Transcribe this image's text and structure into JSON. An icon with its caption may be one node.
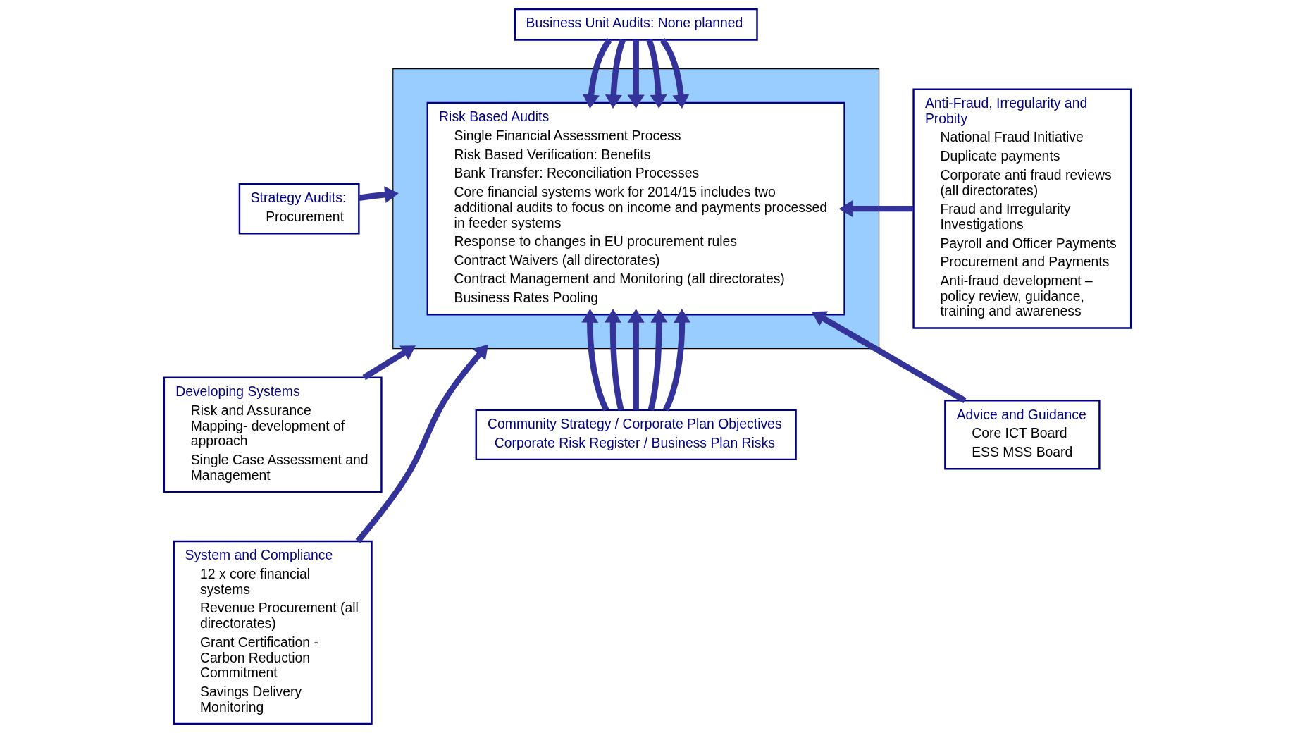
{
  "diagram": {
    "nodes": [
      {
        "text": [
          "Business Unit Audits: None planned"
        ]
      },
      {
        "text": [
          "Strategy Audits:",
          "Procurement"
        ]
      },
      {
        "text": [
          "Developing Systems",
          "Risk and Assurance Mapping- development of approach",
          "Single Case Assessment and Management"
        ]
      },
      {
        "text": [
          "System and Compliance",
          "12 x core financial systems",
          "Revenue Procurement (all directorates)",
          "Grant Certification - Carbon Reduction Commitment",
          "Savings Delivery Monitoring"
        ]
      },
      {
        "text": [],
        "shape": "box"
      },
      {
        "text": [
          "Risk Based Audits",
          "Single Financial Assessment Process",
          "Risk Based Verification: Benefits",
          "Bank Transfer: Reconciliation Processes",
          "Core financial systems work for 2014/15 includes two additional audits to focus on income and payments processed in feeder systems",
          "Response to changes in EU procurement rules",
          "Contract Waivers (all directorates)",
          "Contract Management and Monitoring (all directorates)",
          "Business Rates Pooling"
        ],
        "in": 4
      },
      {
        "text": [
          "Anti-Fraud, Irregularity and Probity",
          "National Fraud Initiative",
          "Duplicate payments",
          "Corporate anti fraud reviews (all directorates)",
          "Fraud and Irregularity Investigations",
          "Payroll and Officer Payments",
          "Procurement and Payments",
          "Anti-fraud development – policy review, guidance, training and awareness"
        ]
      },
      {
        "text": [
          "Advice and Guidance",
          "Core ICT Board",
          "ESS MSS Board"
        ]
      },
      {
        "text": [
          "Community Strategy / Corporate Plan Objectives",
          "Corporate Risk Register / Business Plan Risks"
        ]
      }
    ],
    "edges": [
      {
        "from": 0,
        "to": 5,
        "arrow": "to"
      },
      {
        "from": 0,
        "to": 5,
        "arrow": "to"
      },
      {
        "from": 0,
        "to": 5,
        "arrow": "to"
      },
      {
        "from": 0,
        "to": 5,
        "arrow": "to"
      },
      {
        "from": 0,
        "to": 5,
        "arrow": "to"
      },
      {
        "from": 1,
        "to": 4,
        "arrow": "to"
      },
      {
        "from": 2,
        "to": 4,
        "arrow": "to"
      },
      {
        "from": 3,
        "to": 4,
        "arrow": "to"
      },
      {
        "from": 6,
        "to": 5,
        "arrow": "to"
      },
      {
        "from": 7,
        "to": 5,
        "arrow": "to"
      },
      {
        "from": 8,
        "to": 5,
        "arrow": "to"
      },
      {
        "from": 8,
        "to": 5,
        "arrow": "to"
      },
      {
        "from": 8,
        "to": 5,
        "arrow": "to"
      },
      {
        "from": 8,
        "to": 5,
        "arrow": "to"
      },
      {
        "from": 8,
        "to": 5,
        "arrow": "to"
      }
    ]
  }
}
